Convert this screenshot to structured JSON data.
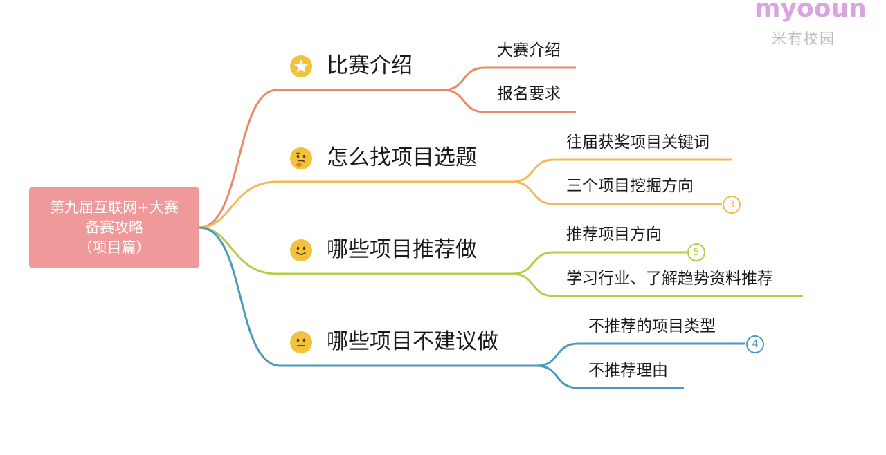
{
  "logo": {
    "word": "myooun",
    "subtitle": "米有校园"
  },
  "root": {
    "lines": [
      "第九届互联网+大赛",
      "备赛攻略",
      "（项目篇）"
    ]
  },
  "branches": [
    {
      "label": "比赛介绍",
      "icon": "star-icon",
      "color": "#e98a67",
      "leaves": [
        {
          "label": "大赛介绍"
        },
        {
          "label": "报名要求"
        }
      ]
    },
    {
      "label": "怎么找项目选题",
      "icon": "thinking-face-icon",
      "color": "#f0b95a",
      "leaves": [
        {
          "label": "往届获奖项目关键词"
        },
        {
          "label": "三个项目挖掘方向",
          "badge": "3"
        }
      ]
    },
    {
      "label": "哪些项目推荐做",
      "icon": "smile-face-icon",
      "color": "#bdc94a",
      "leaves": [
        {
          "label": "推荐项目方向",
          "badge": "5"
        },
        {
          "label": "学习行业、了解趋势资料推荐"
        }
      ]
    },
    {
      "label": "哪些项目不建议做",
      "icon": "neutral-face-icon",
      "color": "#4b9ab8",
      "leaves": [
        {
          "label": "不推荐的项目类型",
          "badge": "4"
        },
        {
          "label": "不推荐理由"
        }
      ]
    }
  ]
}
